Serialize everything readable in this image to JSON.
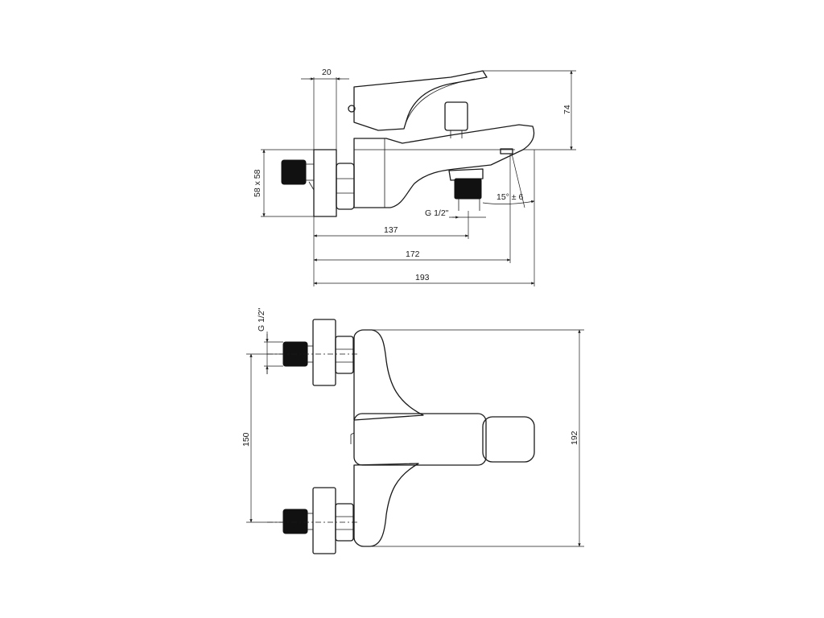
{
  "dimensions": {
    "wall_offset": "20",
    "height_top": "74",
    "rosette_size": "58 x 58",
    "connection_thread_side": "G 1/2\"",
    "spout_angle": "15° ± 6",
    "depth_137": "137",
    "depth_172": "172",
    "depth_193": "193",
    "connection_thread_front": "G 1/2\"",
    "inlet_spacing": "150",
    "total_height": "192"
  }
}
